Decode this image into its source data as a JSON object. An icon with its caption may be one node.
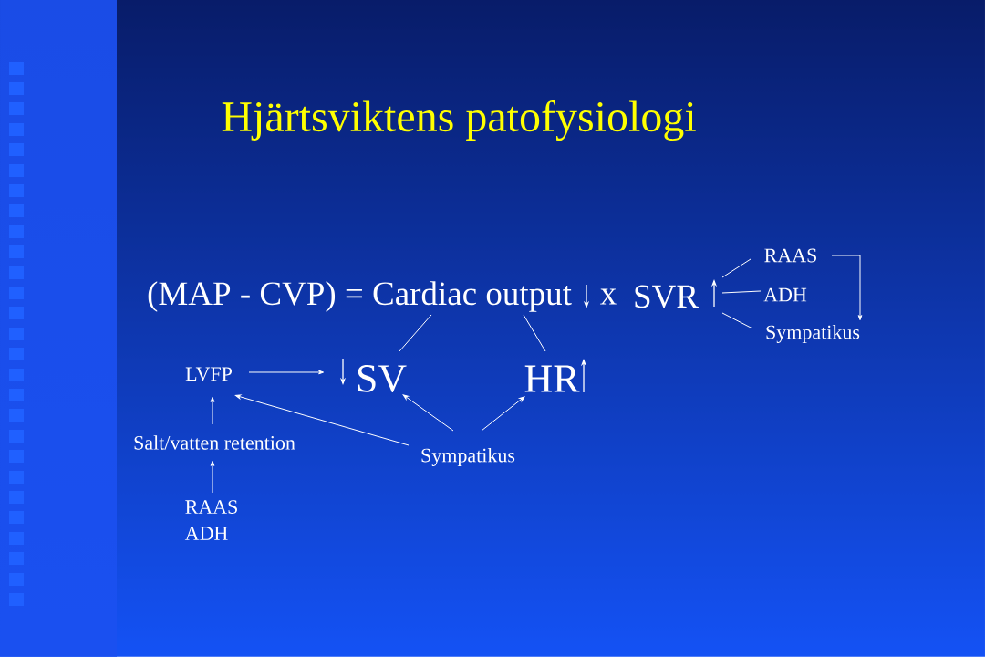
{
  "diagram": {
    "title": "Hjärtsviktens patofysiologi",
    "nodes": [
      {
        "text": [
          "(MAP - CVP) = Cardiac output"
        ]
      },
      {
        "text": [
          "SVR"
        ]
      },
      {
        "text": [
          "RAAS"
        ]
      },
      {
        "text": [
          "ADH"
        ]
      },
      {
        "text": [
          "Sympatikus"
        ]
      },
      {
        "text": [
          "LVFP"
        ]
      },
      {
        "text": [
          "SV"
        ]
      },
      {
        "text": [
          "HR"
        ]
      },
      {
        "text": [
          "Salt/vatten retention"
        ]
      },
      {
        "text": [
          "Sympatikus"
        ]
      },
      {
        "text": [
          "RAAS",
          "ADH"
        ]
      }
    ],
    "edges": [
      {
        "from": 1,
        "to": 2,
        "arrow": "none"
      },
      {
        "from": 1,
        "to": 3,
        "arrow": "none"
      },
      {
        "from": 1,
        "to": 4,
        "arrow": "none"
      },
      {
        "from": 2,
        "to": 4,
        "arrow": "to"
      },
      {
        "from": 0,
        "to": 6,
        "arrow": "none"
      },
      {
        "from": 0,
        "to": 7,
        "arrow": "none"
      },
      {
        "from": 5,
        "to": 6,
        "arrow": "to"
      },
      {
        "from": 9,
        "to": 5,
        "arrow": "to"
      },
      {
        "from": 9,
        "to": 6,
        "arrow": "to"
      },
      {
        "from": 9,
        "to": 7,
        "arrow": "to"
      },
      {
        "from": 8,
        "to": 5,
        "arrow": "to"
      },
      {
        "from": 10,
        "to": 8,
        "arrow": "to"
      }
    ],
    "labels": [
      "x"
    ]
  }
}
